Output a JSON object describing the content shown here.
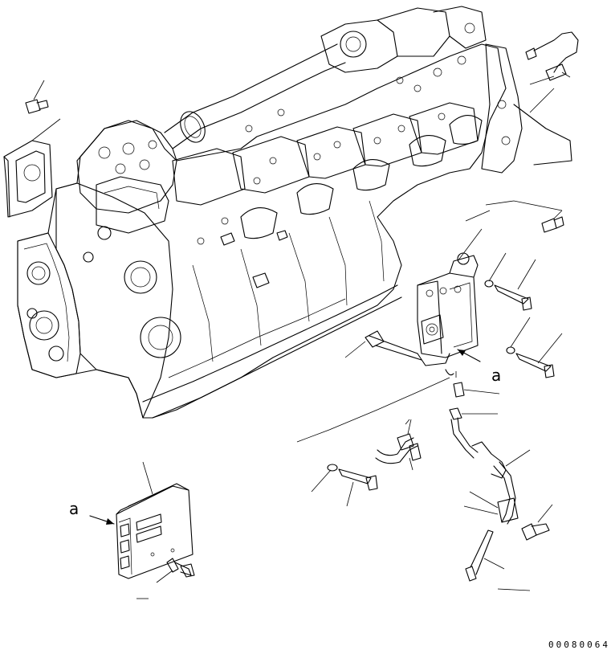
{
  "labels": {
    "ref_a_1": "a",
    "ref_a_2": "a"
  },
  "drawing_code": "00080064",
  "icons": {
    "engine_block": "engine-block-illustration",
    "controller": "controller-unit-illustration",
    "sensor": "sensor-illustration",
    "bolt": "bolt-illustration",
    "washer": "washer-illustration",
    "harness": "wire-harness-illustration",
    "bracket": "bracket-illustration",
    "pipe": "pipe-illustration",
    "clamp": "clamp-illustration"
  }
}
